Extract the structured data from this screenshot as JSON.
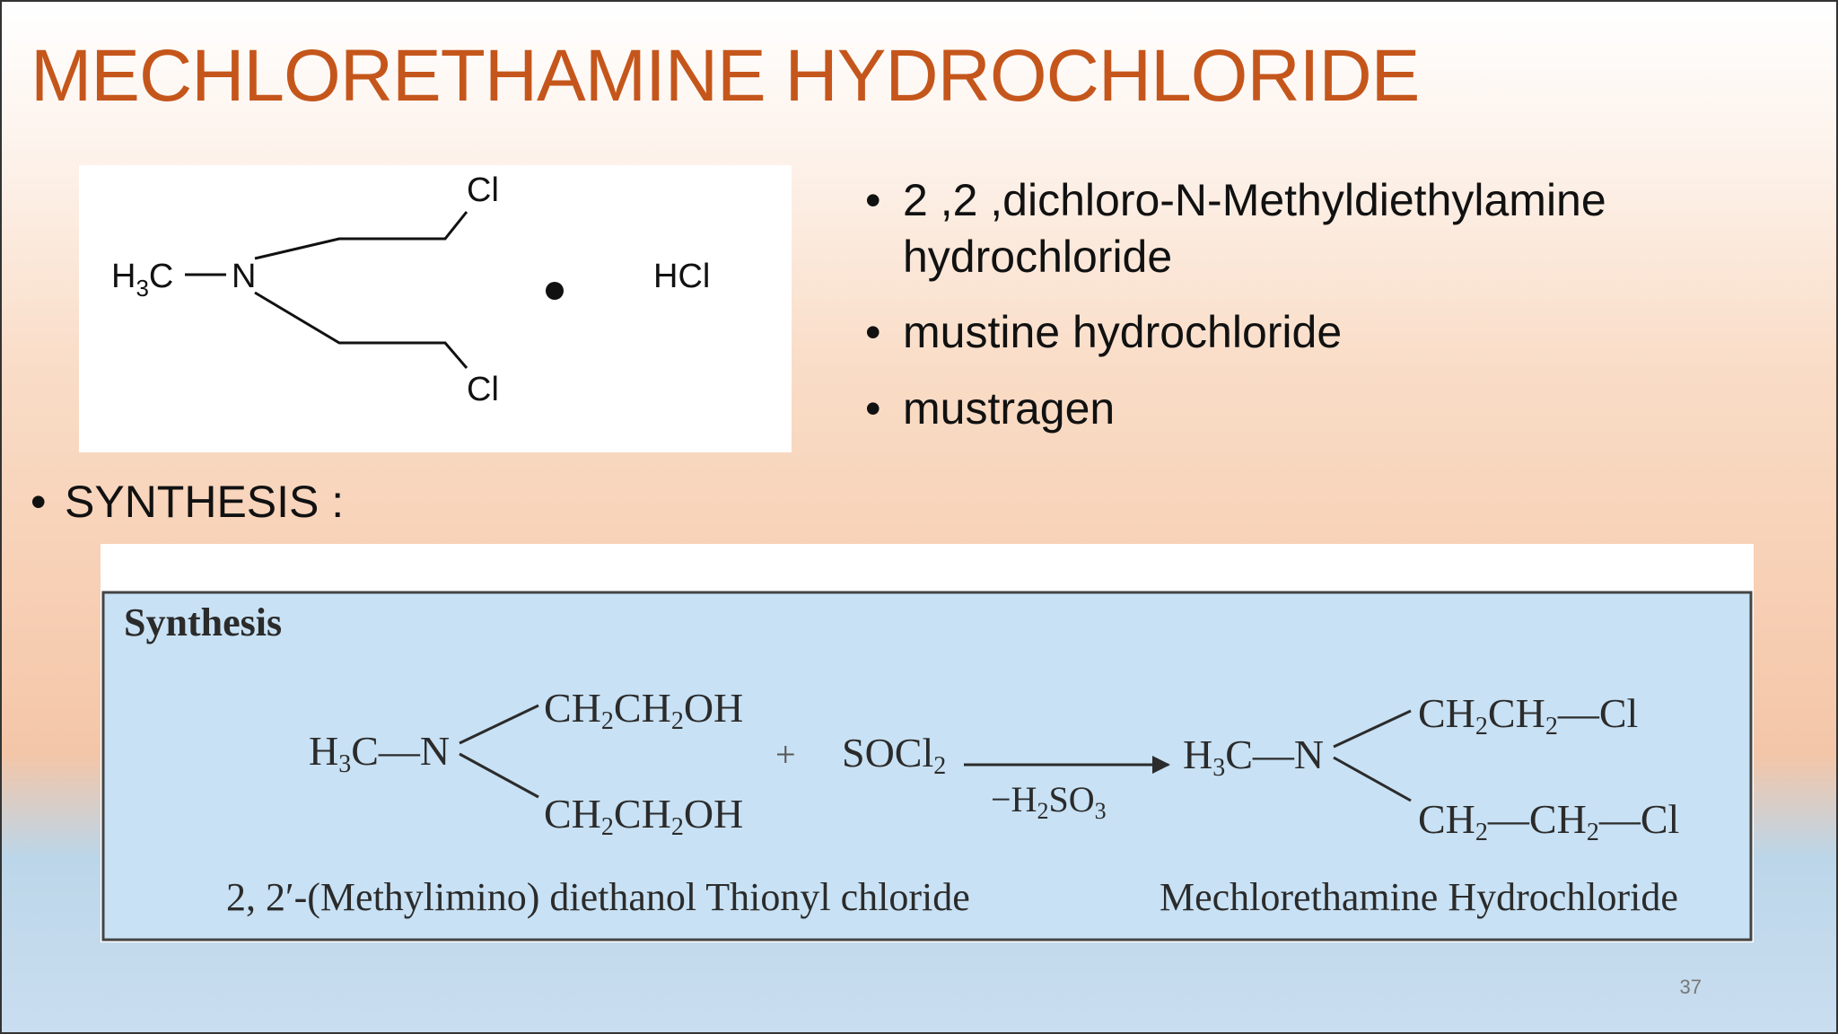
{
  "slide": {
    "title": "MECHLORETHAMINE HYDROCHLORIDE",
    "page_number": "37",
    "colors": {
      "title": "#c5561b",
      "synthesis_panel": "#c8e1f4",
      "text": "#111111"
    }
  },
  "structure": {
    "methyl": "H",
    "methyl_sub": "3",
    "methyl_c": "C",
    "nitrogen": "N",
    "chlorine_top": "Cl",
    "chlorine_bottom": "Cl",
    "salt": "HCl"
  },
  "bullets": [
    {
      "line1": "2 ,2 ,dichloro-N-Methyldiethylamine",
      "line2": "hydrochloride"
    },
    {
      "line1": "mustine hydrochloride"
    },
    {
      "line1": "mustragen"
    }
  ],
  "synthesis_heading": "SYNTHESIS :",
  "synthesis_panel": {
    "heading": "Synthesis",
    "reactant_left": "H",
    "reactant_left_sub": "3",
    "reactant_left_rest": "C—N",
    "reactant_branch_top": {
      "a": "CH",
      "s1": "2",
      "b": "CH",
      "s2": "2",
      "c": "OH"
    },
    "reactant_branch_bottom": {
      "a": "CH",
      "s1": "2",
      "b": "CH",
      "s2": "2",
      "c": "OH"
    },
    "plus": "+",
    "reagent": "SOCl",
    "reagent_sub": "2",
    "byproduct": "−H",
    "byproduct_sub1": "2",
    "byproduct_mid": "SO",
    "byproduct_sub2": "3",
    "product_left": "H",
    "product_left_sub": "3",
    "product_left_rest": "C—N",
    "product_branch_top": {
      "a": "CH",
      "s1": "2",
      "b": "CH",
      "s2": "2",
      "c": "—Cl"
    },
    "product_branch_bottom": {
      "a": "CH",
      "s1": "2",
      "b": "—CH",
      "s2": "2",
      "c": "—Cl"
    },
    "reactant_name": "2, 2′-(Methylimino) diethanol Thionyl chloride",
    "product_name": "Mechlorethamine Hydrochloride"
  }
}
